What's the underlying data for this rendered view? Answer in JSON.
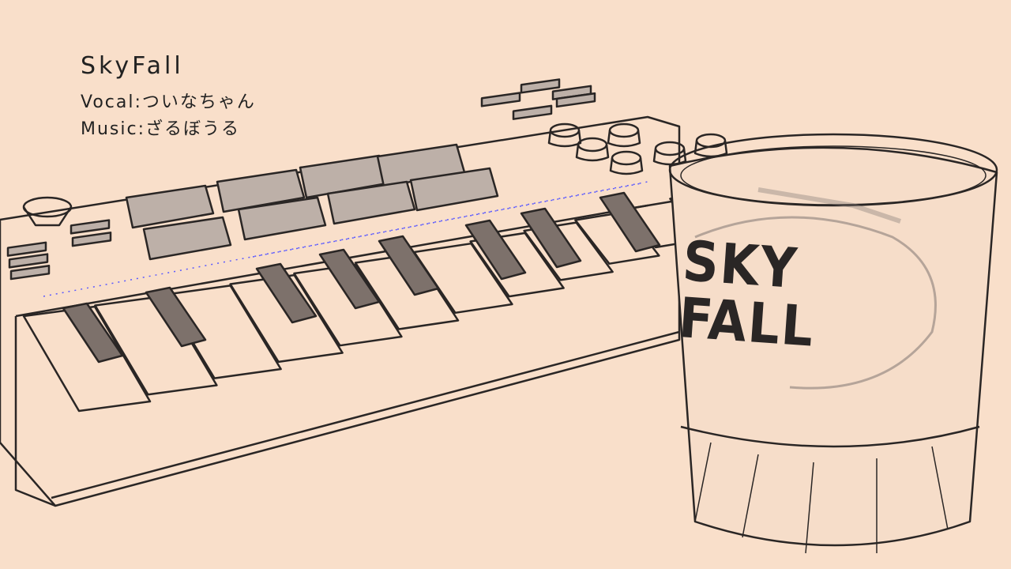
{
  "credits": {
    "title": "SkyFall",
    "vocal": "Vocal:ついなちゃん",
    "music": "Music:ざるぼうる"
  },
  "glass_label": {
    "line1": "SKY",
    "line2": "FALL"
  },
  "colors": {
    "background": "#f9dfca",
    "ink": "#2a2625"
  }
}
